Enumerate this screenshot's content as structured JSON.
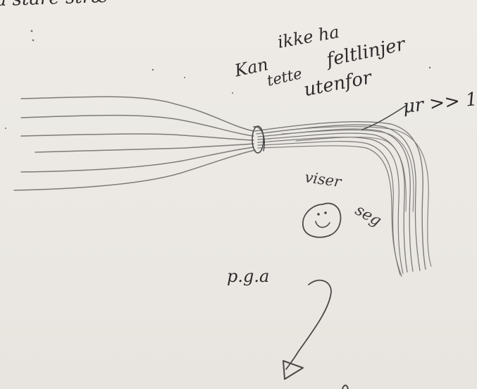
{
  "sheet": {
    "top_fragment": "a stare stræ",
    "annotation_lines": [
      "ikke ha",
      "Kan",
      "feltlinjer",
      "tette",
      "utenfor"
    ],
    "permeability_label": "μr >> 1",
    "smiley_caption": [
      "viser",
      "seg"
    ],
    "pga_label": "p.g.a",
    "bottom_fragment": "..."
  },
  "colors": {
    "paper": "#ece9e4",
    "pencil": "#7c7b7a",
    "ink": "#2d2b2c"
  },
  "icons": {
    "smiley": "smiley-face-icon",
    "arrow": "arrow-head-icon"
  }
}
